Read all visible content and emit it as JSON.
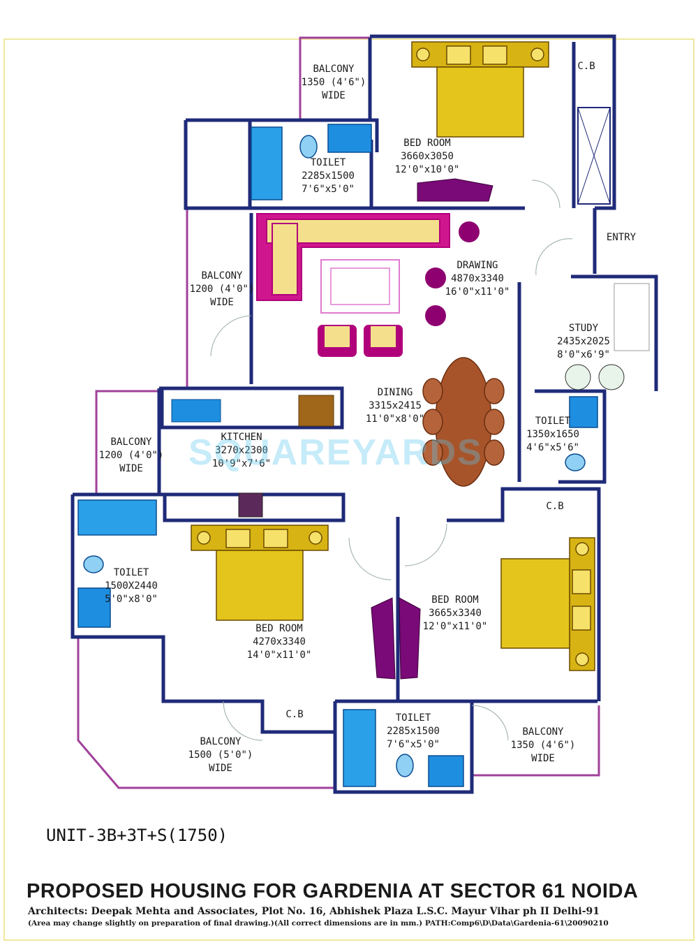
{
  "rooms": {
    "balcony_top": {
      "name": "BALCONY",
      "size": "1350 (4'6\")",
      "note": "WIDE"
    },
    "bedroom_top": {
      "name": "BED ROOM",
      "size": "3660x3050",
      "imperial": "12'0\"x10'0\""
    },
    "cb_top": {
      "name": "C.B"
    },
    "toilet_top": {
      "name": "TOILET",
      "size": "2285x1500",
      "imperial": "7'6\"x5'0\""
    },
    "entry": {
      "name": "ENTRY"
    },
    "balcony_left": {
      "name": "BALCONY",
      "size": "1200 (4'0\")",
      "note": "WIDE"
    },
    "drawing": {
      "name": "DRAWING",
      "size": "4870x3340",
      "imperial": "16'0\"x11'0\""
    },
    "study": {
      "name": "STUDY",
      "size": "2435x2025",
      "imperial": "8'0\"x6'9\""
    },
    "dining": {
      "name": "DINING",
      "size": "3315x2415",
      "imperial": "11'0\"x8'0\""
    },
    "kitchen": {
      "name": "KITCHEN",
      "size": "3270x2300",
      "imperial": "10'9\"x7'6\""
    },
    "balcony_kitchen": {
      "name": "BALCONY",
      "size": "1200 (4'0\")",
      "note": "WIDE"
    },
    "toilet_right": {
      "name": "TOILET",
      "size": "1350x1650",
      "imperial": "4'6\"x5'6\""
    },
    "cb_right": {
      "name": "C.B"
    },
    "toilet_left": {
      "name": "TOILET",
      "size": "1500X2440",
      "imperial": "5'0\"x8'0\""
    },
    "bedroom_left": {
      "name": "BED ROOM",
      "size": "4270x3340",
      "imperial": "14'0\"x11'0\""
    },
    "bedroom_right": {
      "name": "BED ROOM",
      "size": "3665x3340",
      "imperial": "12'0\"x11'0\""
    },
    "cb_bottom": {
      "name": "C.B"
    },
    "toilet_bottom": {
      "name": "TOILET",
      "size": "2285x1500",
      "imperial": "7'6\"x5'0\""
    },
    "balcony_bottom_left": {
      "name": "BALCONY",
      "size": "1500 (5'0\")",
      "note": "WIDE"
    },
    "balcony_bottom_right": {
      "name": "BALCONY",
      "size": "1350 (4'6\")",
      "note": "WIDE"
    }
  },
  "watermark": "SQUAREYARDS",
  "unit_label": "UNIT-3B+3T+S(1750)",
  "title": "PROPOSED HOUSING FOR GARDENIA AT  SECTOR 61  NOIDA",
  "architects": "Architects: Deepak Mehta and Associates, Plot No. 16, Abhishek Plaza L.S.C. Mayur Vihar ph II Delhi-91",
  "disclaimer": "(Area may change slightly on preparation of final drawing.)(All correct dimensions are in mm.) PATH:Comp6\\D\\Data\\Gardenia-61\\20090210",
  "colors": {
    "wall": "#1f2a78",
    "balcony_rail": "#a0409a",
    "bed": "#d7b314",
    "sofa": "#e07ad0",
    "accent": "#b0007a",
    "tile": "#1e8ee0",
    "wood": "#a8542a",
    "border": "#e8e08a"
  }
}
